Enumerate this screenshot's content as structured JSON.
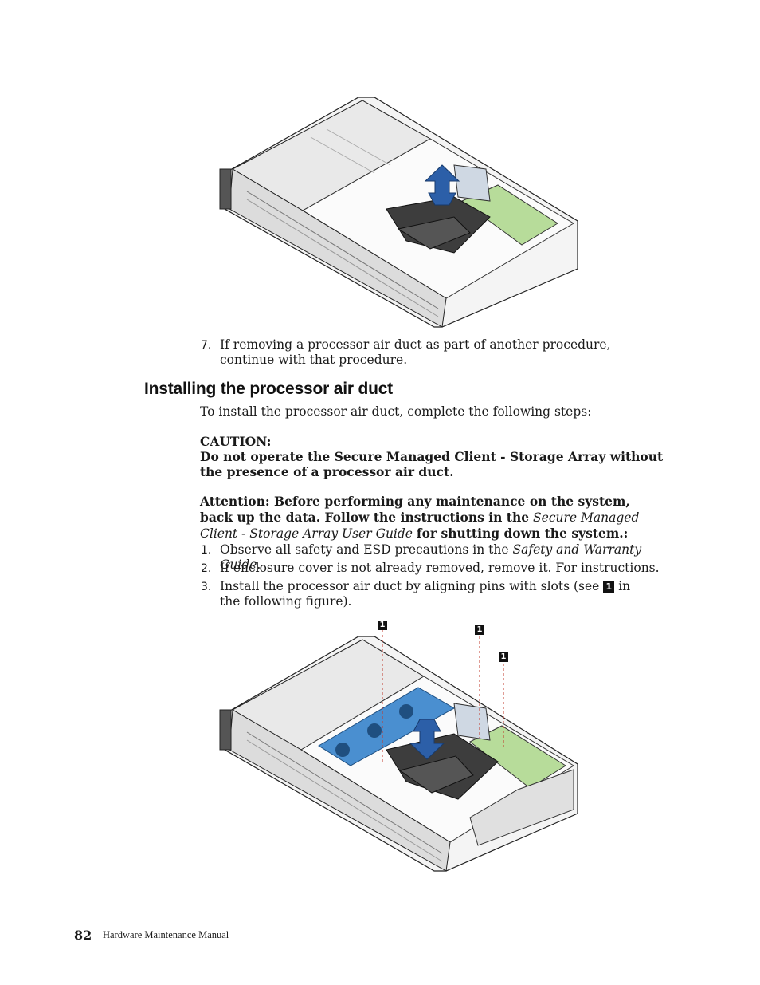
{
  "top_steps": [
    {
      "num": "7.",
      "text": "If removing a processor air duct as part of another procedure, continue with that procedure."
    }
  ],
  "section": {
    "heading": "Installing the processor air duct",
    "intro": "To install the processor air duct, complete the following steps:",
    "caution_label": "CAUTION:",
    "caution_text": "Do not operate the Secure Managed Client - Storage Array without the presence of a processor air duct.",
    "attention_part1": "Attention: Before performing any maintenance on the system, back up the data. Follow the instructions in the",
    "attention_guide": "Secure Managed Client - Storage Array User Guide",
    "attention_part2": "for shutting down the system.:",
    "steps": [
      {
        "num": "1.",
        "before": "Observe all safety and ESD precautions in the",
        "italic": "Safety and Warranty Guide",
        "after": "."
      },
      {
        "num": "2.",
        "text": "If enclosure cover is not already removed, remove it. For instructions."
      },
      {
        "num": "3.",
        "before": "Install the processor air duct by aligning pins with slots (see",
        "callout": "1",
        "after": "in the following figure)."
      }
    ]
  },
  "figure_callouts": [
    "1",
    "1",
    "1"
  ],
  "footer": {
    "page_number": "82",
    "title": "Hardware Maintenance Manual"
  },
  "colors": {
    "arrow_blue": "#2c5fa8",
    "board_green": "#b7dc9a",
    "duct_dark": "#3d3d3d",
    "fan_blue": "#4a8fd0",
    "callout_line": "#c0392b"
  }
}
